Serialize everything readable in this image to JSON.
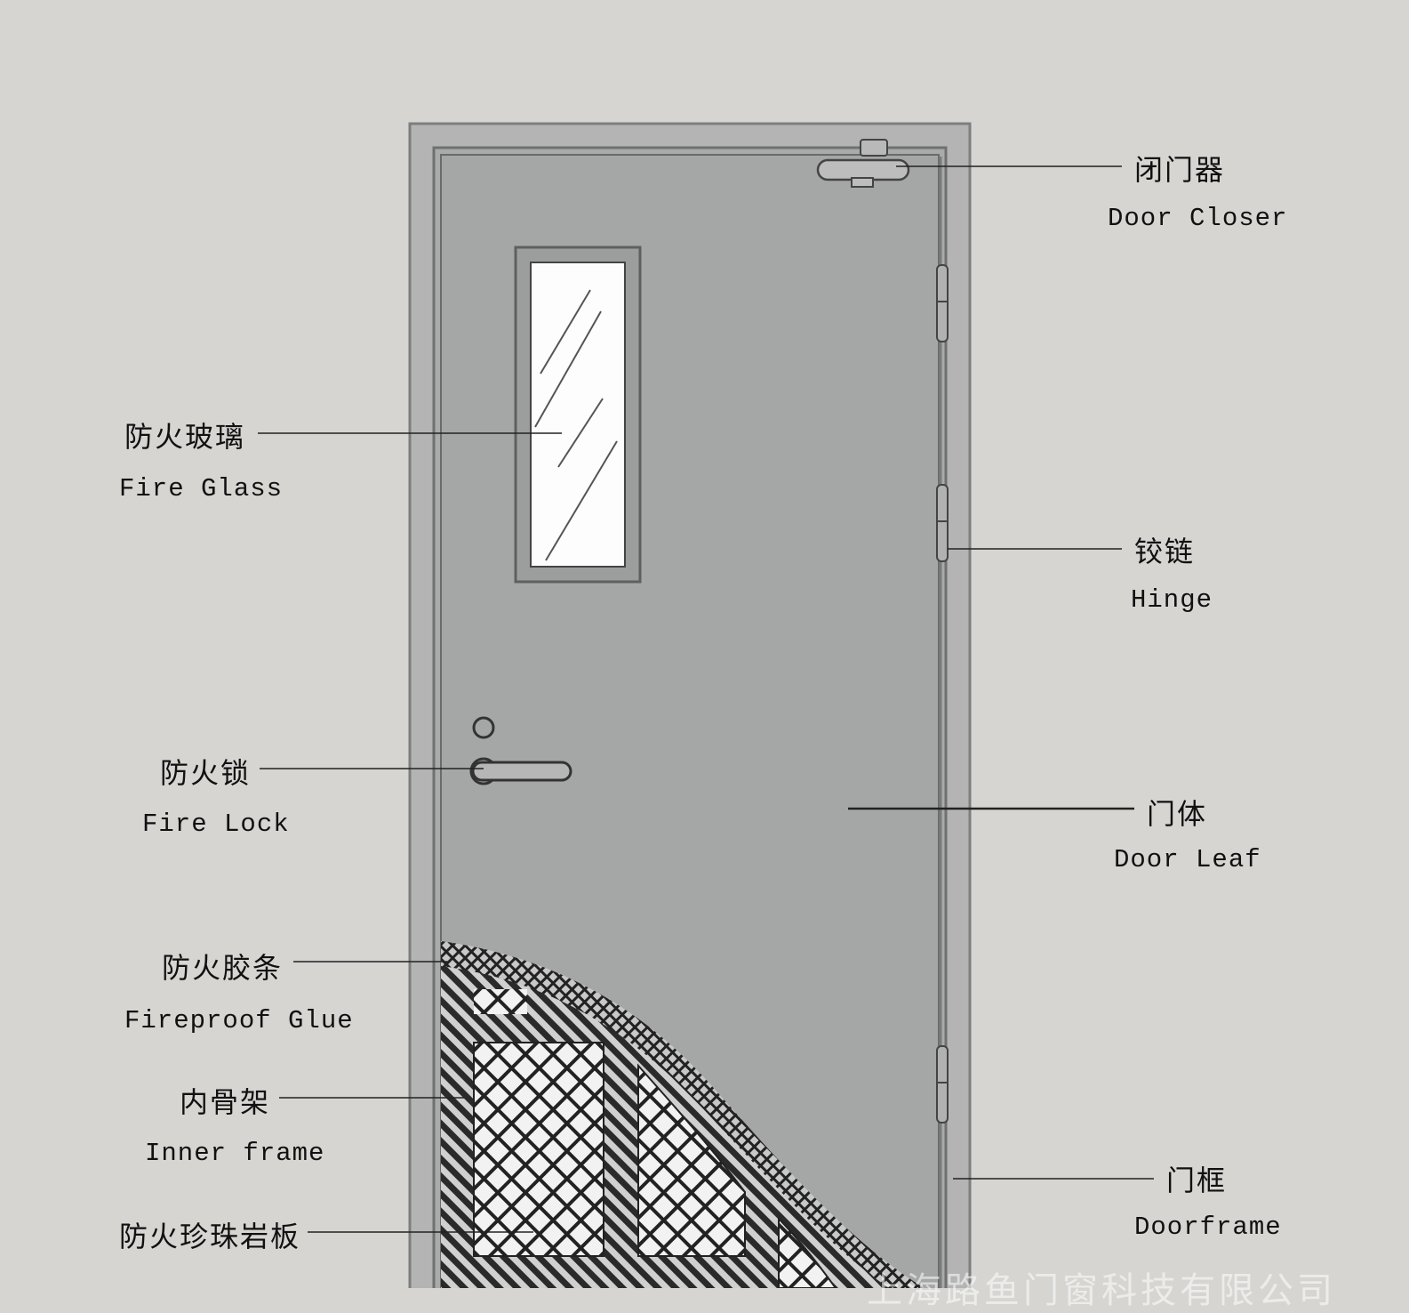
{
  "title": "Fire door structure diagram",
  "labels": {
    "door_closer": {
      "zh": "闭门器",
      "en": "Door Closer"
    },
    "hinge": {
      "zh": "铰链",
      "en": "Hinge"
    },
    "door_leaf": {
      "zh": "门体",
      "en": "Door Leaf"
    },
    "doorframe": {
      "zh": "门框",
      "en": "Doorframe"
    },
    "fire_glass": {
      "zh": "防火玻璃",
      "en": "Fire Glass"
    },
    "fire_lock": {
      "zh": "防火锁",
      "en": "Fire Lock"
    },
    "fireproof_glue": {
      "zh": "防火胶条",
      "en": "Fireproof Glue"
    },
    "inner_frame": {
      "zh": "内骨架",
      "en": "Inner frame"
    },
    "pearl_rock_board": {
      "zh": "防火珍珠岩板"
    }
  },
  "watermark": "上海路鱼门窗科技有限公司",
  "colors": {
    "background": "#d6d5d2",
    "door": "#a6a8a7",
    "frame": "#b1b2b1",
    "line": "#222222",
    "glass": "#ffffff"
  }
}
